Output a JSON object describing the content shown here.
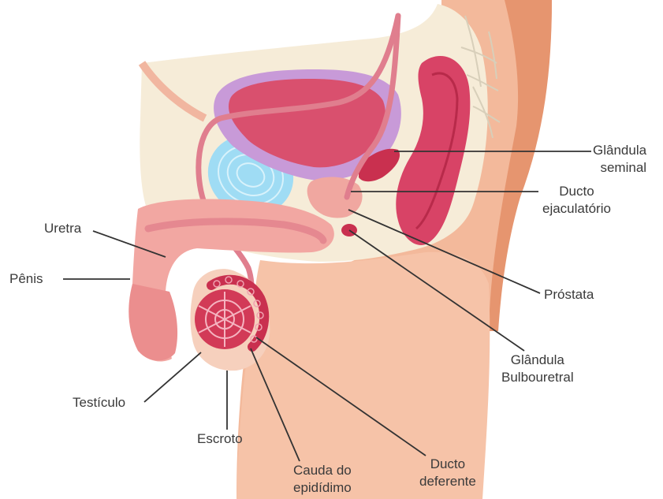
{
  "labels": {
    "glandula_seminal": [
      "Glândula",
      "seminal"
    ],
    "ducto_ejaculatorio": [
      "Ducto",
      "ejaculatório"
    ],
    "uretra": "Uretra",
    "penis": "Pênis",
    "prostata": "Próstata",
    "glandula_bulbouretral": [
      "Glândula",
      "Bulbouretral"
    ],
    "testiculo": "Testículo",
    "escroto": "Escroto",
    "cauda_epididimo": [
      "Cauda do",
      "epidídimo"
    ],
    "ducto_deferente": [
      "Ducto",
      "deferente"
    ]
  },
  "colors": {
    "skin": "#f7c9ad",
    "skin_dark": "#e8a07e",
    "body_cream": "#f6ecd8",
    "bladder_outer": "#c89ad8",
    "bladder_inner": "#d9506e",
    "pubic_bone": "#9fdcf4",
    "organ_red": "#c9304f",
    "duct_pink": "#e07e8e",
    "leader_line": "#333333",
    "label_text": "#3a3a3a"
  }
}
